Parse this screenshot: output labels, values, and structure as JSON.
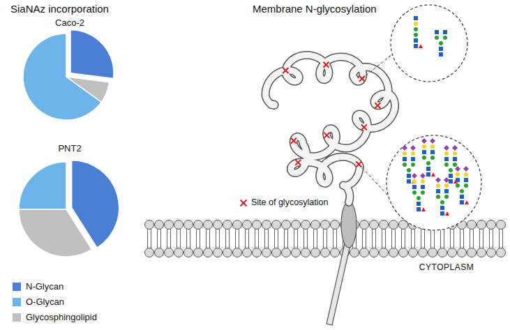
{
  "diagram": {
    "labels": [
      "SiaNAz incorporation",
      "Caco-2",
      "PNT2",
      "Membrane N-glycosylation",
      "Site of glycosylation",
      "CYTOPLASM"
    ],
    "legend": [
      {
        "text": "N-Glycan",
        "color": "#4a7fd4"
      },
      {
        "text": "O-Glycan",
        "color": "#6cb4ea"
      },
      {
        "text": "Glycosphingolipid",
        "color": "#bfbfbf"
      }
    ]
  }
}
